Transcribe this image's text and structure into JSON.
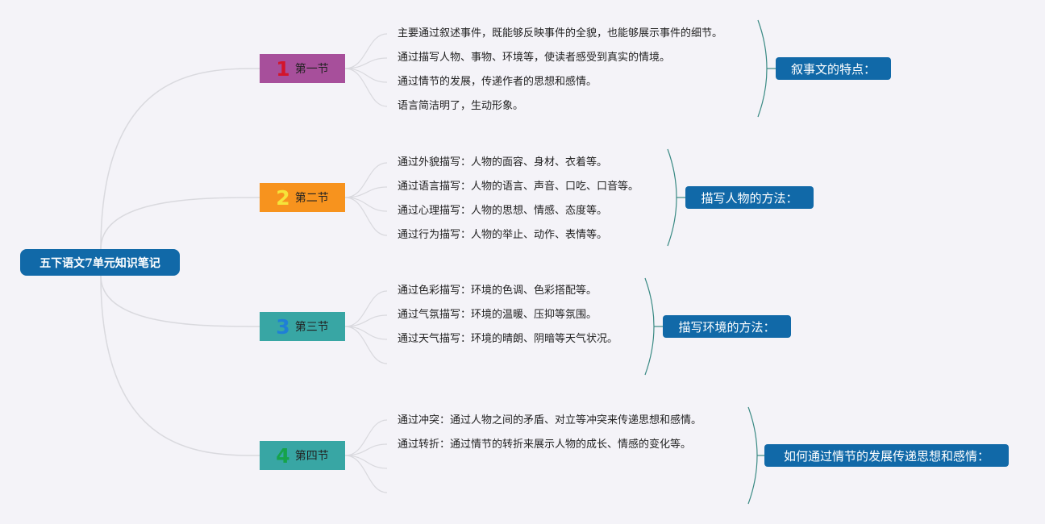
{
  "root": {
    "label": "五下语文7单元知识笔记"
  },
  "sections": [
    {
      "number": "1",
      "label": "第一节",
      "bg": "#a74f9b",
      "num_color": "#d3152b",
      "items": [
        "主要通过叙述事件，既能够反映事件的全貌，也能够展示事件的细节。",
        "通过描写人物、事物、环境等，使读者感受到真实的情境。",
        "通过情节的发展，传递作者的思想和感情。",
        "语言简洁明了，生动形象。"
      ],
      "summary": "叙事文的特点："
    },
    {
      "number": "2",
      "label": "第二节",
      "bg": "#f7931e",
      "num_color": "#f5e43a",
      "items": [
        "通过外貌描写：人物的面容、身材、衣着等。",
        "通过语言描写：人物的语言、声音、口吃、口音等。",
        "通过心理描写：人物的思想、情感、态度等。",
        "通过行为描写：人物的举止、动作、表情等。"
      ],
      "summary": "描写人物的方法："
    },
    {
      "number": "3",
      "label": "第三节",
      "bg": "#38a6a4",
      "num_color": "#1f7fd6",
      "items": [
        "通过色彩描写：环境的色调、色彩搭配等。",
        "通过气氛描写：环境的温暖、压抑等氛围。",
        "通过天气描写：环境的晴朗、阴暗等天气状况。"
      ],
      "summary": "描写环境的方法："
    },
    {
      "number": "4",
      "label": "第四节",
      "bg": "#38a6a4",
      "num_color": "#16a34a",
      "items": [
        "通过冲突：通过人物之间的矛盾、对立等冲突来传递思想和感情。",
        "通过转折：通过情节的转折来展示人物的成长、情感的变化等。"
      ],
      "summary": "如何通过情节的发展传递思想和感情："
    }
  ]
}
